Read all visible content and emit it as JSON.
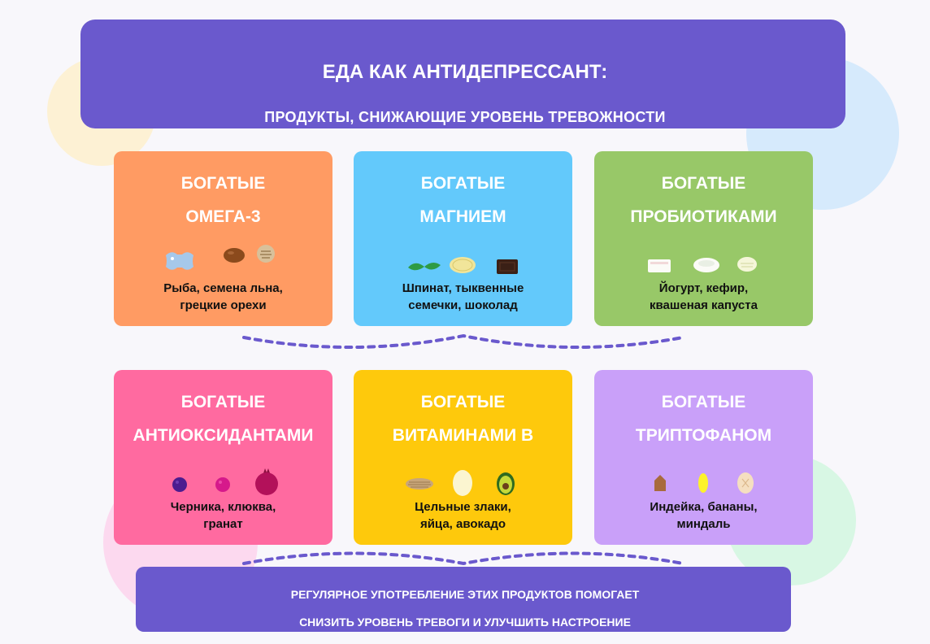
{
  "header": {
    "title": "ЕДА КАК АНТИДЕПРЕССАНТ:",
    "subtitle": "ПРОДУКТЫ, СНИЖАЮЩИЕ УРОВЕНЬ ТРЕВОЖНОСТИ"
  },
  "cards": [
    {
      "title_line1": "БОГАТЫЕ",
      "title_line2": "ОМЕГА-3",
      "desc_line1": "Рыба, семена льна,",
      "desc_line2": "грецкие орехи",
      "color": "#ff9b63"
    },
    {
      "title_line1": "БОГАТЫЕ",
      "title_line2": "МАГНИЕМ",
      "desc_line1": "Шпинат, тыквенные",
      "desc_line2": "семечки, шоколад",
      "color": "#63c9fb"
    },
    {
      "title_line1": "БОГАТЫЕ",
      "title_line2": "ПРОБИОТИКАМИ",
      "desc_line1": "Йогурт, кефир,",
      "desc_line2": "квашеная капуста",
      "color": "#98c868"
    },
    {
      "title_line1": "БОГАТЫЕ",
      "title_line2": "АНТИОКСИДАНТАМИ",
      "desc_line1": "Черника, клюква,",
      "desc_line2": "гранат",
      "color": "#ff6aa0"
    },
    {
      "title_line1": "БОГАТЫЕ",
      "title_line2": "ВИТАМИНАМИ B",
      "desc_line1": "Цельные злаки,",
      "desc_line2": "яйца, авокадо",
      "color": "#fec90c"
    },
    {
      "title_line1": "БОГАТЫЕ",
      "title_line2": "ТРИПТОФАНОМ",
      "desc_line1": "Индейка, бананы,",
      "desc_line2": "миндаль",
      "color": "#c9a0f9"
    }
  ],
  "footer": {
    "line1": "РЕГУЛЯРНОЕ УПОТРЕБЛЕНИЕ ЭТИХ ПРОДУКТОВ ПОМОГАЕТ",
    "line2": "СНИЗИТЬ УРОВЕНЬ ТРЕВОГИ И УЛУЧШИТЬ НАСТРОЕНИЕ"
  },
  "colors": {
    "accent": "#6a59cd",
    "background": "#f8f7fb"
  }
}
